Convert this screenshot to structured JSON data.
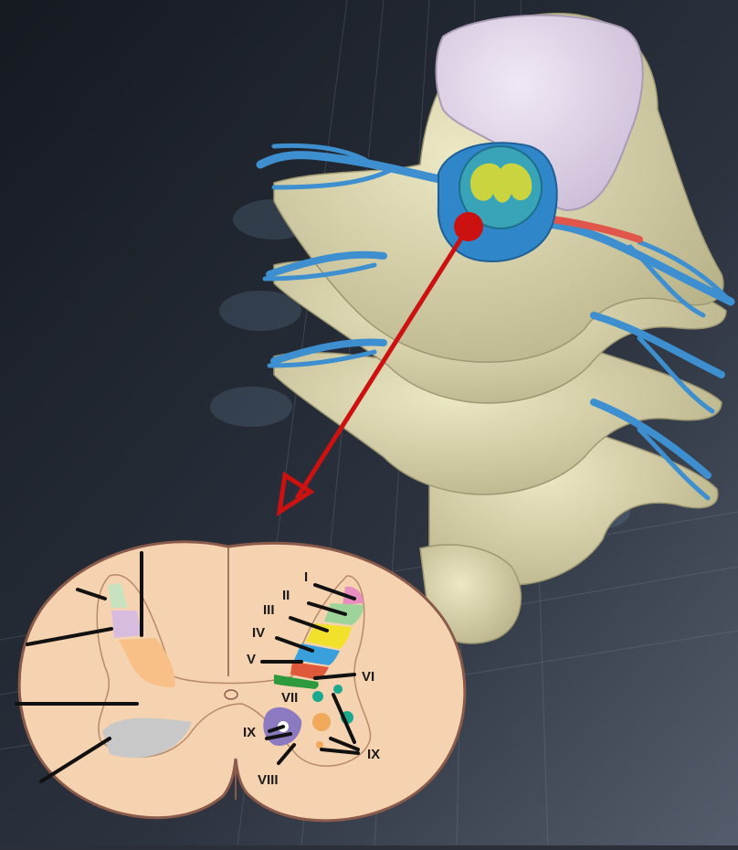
{
  "colors": {
    "background_dark": "#1b1f27",
    "background_light": "#4a5262",
    "bone": "#d8d3a6",
    "disc": "#e2d6ea",
    "nerve": "#3d8fcf",
    "arrow": "#cc1111",
    "cross_section_fill": "#f6d3b0",
    "cross_section_outline": "#8a5a4a"
  },
  "laminae": {
    "I": {
      "label": "I",
      "color": "#e88fbf"
    },
    "II": {
      "label": "II",
      "color": "#9ed49a"
    },
    "III": {
      "label": "III",
      "color": "#f1e12a"
    },
    "IV": {
      "label": "IV",
      "color": "#3aa0dc"
    },
    "V": {
      "label": "V",
      "color": "#e0583a"
    },
    "VI": {
      "label": "VI",
      "color": "#2e9a3e"
    },
    "VII": {
      "label": "VII",
      "color": "#1aa88e"
    },
    "VIII": {
      "label": "VIII",
      "color": "#8c7ac0"
    },
    "IX": {
      "label": "IX",
      "color": "#f0a85a"
    }
  },
  "labels": {
    "I": "I",
    "II": "II",
    "III": "III",
    "IV": "IV",
    "V": "V",
    "VI": "VI",
    "VII": "VII",
    "VIII": "VIII",
    "IX_left": "IX",
    "IX_right": "IX"
  }
}
